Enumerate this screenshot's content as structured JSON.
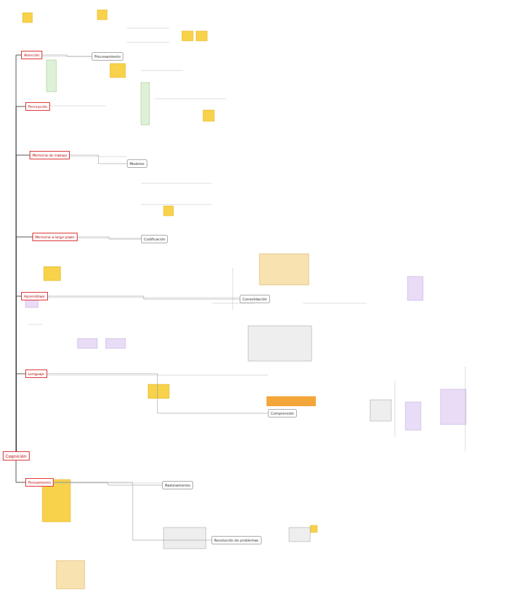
{
  "diagram": {
    "nodes": [
      {
        "text": [
          "Cognición"
        ]
      },
      {
        "text": [
          "Atención"
        ]
      },
      {
        "text": [
          "Percepción"
        ]
      },
      {
        "text": [
          "Memoria de trabajo"
        ]
      },
      {
        "text": [
          "Memoria a largo plazo"
        ]
      },
      {
        "text": [
          "Aprendizaje"
        ]
      },
      {
        "text": [
          "Lenguaje"
        ]
      },
      {
        "text": [
          "Pensamiento"
        ]
      },
      {
        "text": [
          "Procesamiento"
        ]
      },
      {
        "text": [
          "Modelos"
        ]
      },
      {
        "text": [
          "Codificación"
        ]
      },
      {
        "text": [
          "Consolidación"
        ]
      },
      {
        "text": [
          "Comprensión"
        ]
      },
      {
        "text": [
          "Razonamiento"
        ]
      },
      {
        "text": [
          "Resolución de problemas"
        ]
      }
    ],
    "edges": [
      {
        "from": 0,
        "to": 1,
        "arrow": "none"
      },
      {
        "from": 0,
        "to": 2,
        "arrow": "none"
      },
      {
        "from": 0,
        "to": 3,
        "arrow": "none"
      },
      {
        "from": 0,
        "to": 4,
        "arrow": "none"
      },
      {
        "from": 0,
        "to": 5,
        "arrow": "none"
      },
      {
        "from": 0,
        "to": 6,
        "arrow": "none"
      },
      {
        "from": 0,
        "to": 7,
        "arrow": "none"
      },
      {
        "from": 1,
        "to": 8,
        "arrow": "none"
      },
      {
        "from": 3,
        "to": 9,
        "arrow": "none"
      },
      {
        "from": 4,
        "to": 10,
        "arrow": "none"
      },
      {
        "from": 5,
        "to": 11,
        "arrow": "none"
      },
      {
        "from": 6,
        "to": 12,
        "arrow": "none"
      },
      {
        "from": 7,
        "to": 13,
        "arrow": "none"
      },
      {
        "from": 7,
        "to": 14,
        "arrow": "none"
      }
    ]
  }
}
